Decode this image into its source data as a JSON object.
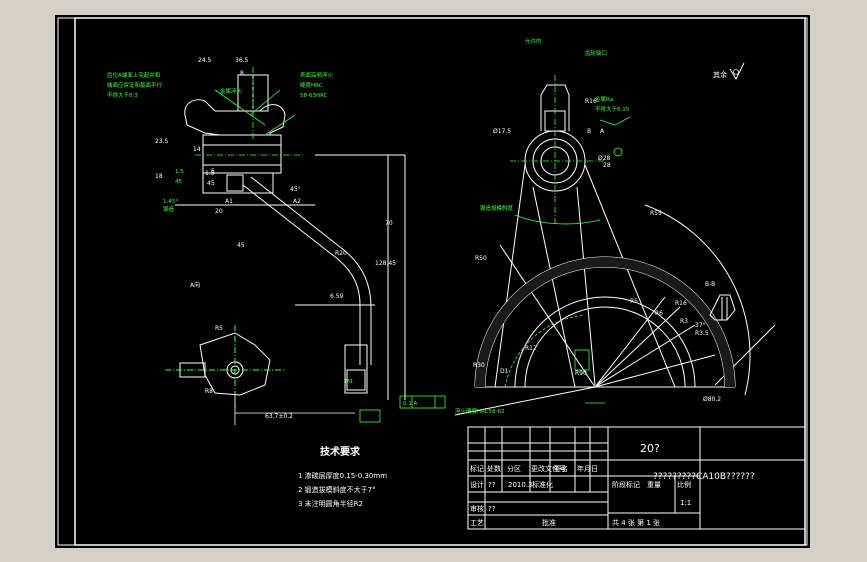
{
  "drawing": {
    "part_title": "20?",
    "part_code": "?????????CA10B??????",
    "roughness_note": "其余",
    "section_label": "A向",
    "view_label_bb": "B-B"
  },
  "tech_requirements": {
    "heading": "技术要求",
    "items": [
      "1  渗碳层厚度0.15-0.30mm",
      "2  锻造拔模斜度不大于7°",
      "3  未注明圆角半径R2"
    ]
  },
  "dimensions_white": [
    "24.5",
    "36.5",
    "8",
    "23.5",
    "14",
    "18",
    "5",
    "45",
    "20",
    "45",
    "70",
    "R20",
    "128.45",
    "6.59",
    "R5",
    "R8",
    "63.7±0.2",
    "R30",
    "R50",
    "R16",
    "Ø17.5",
    "28",
    "Ø28",
    "R55",
    "Ø80.2",
    "1.5",
    "A1",
    "A2",
    "D1",
    "B",
    "A",
    "R12",
    "R90",
    "R5",
    "R6",
    "R16",
    "R3",
    "R3.5",
    "45°",
    "37°"
  ],
  "notes_green": [
    "齿位A端面上突起并和",
    "端面应保证和基面平行",
    "不得大于0.3",
    "金属淬火",
    "表面高频淬火",
    "硬度HRC",
    "58-63HRC",
    "允许的",
    "金属Ra",
    "不得大于0.15",
    "锻造拔模斜度",
    "淬火硬度HRC58-62",
    "1:45°",
    "锻造",
    "齿轮缺口",
    "M1",
    "0.1 A",
    "1.5",
    "45"
  ],
  "title_block": {
    "row_labels": [
      "标记",
      "处数",
      "分区",
      "更改文件号",
      "签名",
      "年月日"
    ],
    "designer_label": "设计",
    "designer": "??",
    "date": "2010.3",
    "std_label": "标准化",
    "review_label": "审核",
    "reviewer": "??",
    "craft_label": "工艺",
    "approve_label": "批准",
    "stage_labels": [
      "阶段标记",
      "重量",
      "比例"
    ],
    "scale": "1:1",
    "sheet_info": "共 4 张  第 1 张"
  }
}
